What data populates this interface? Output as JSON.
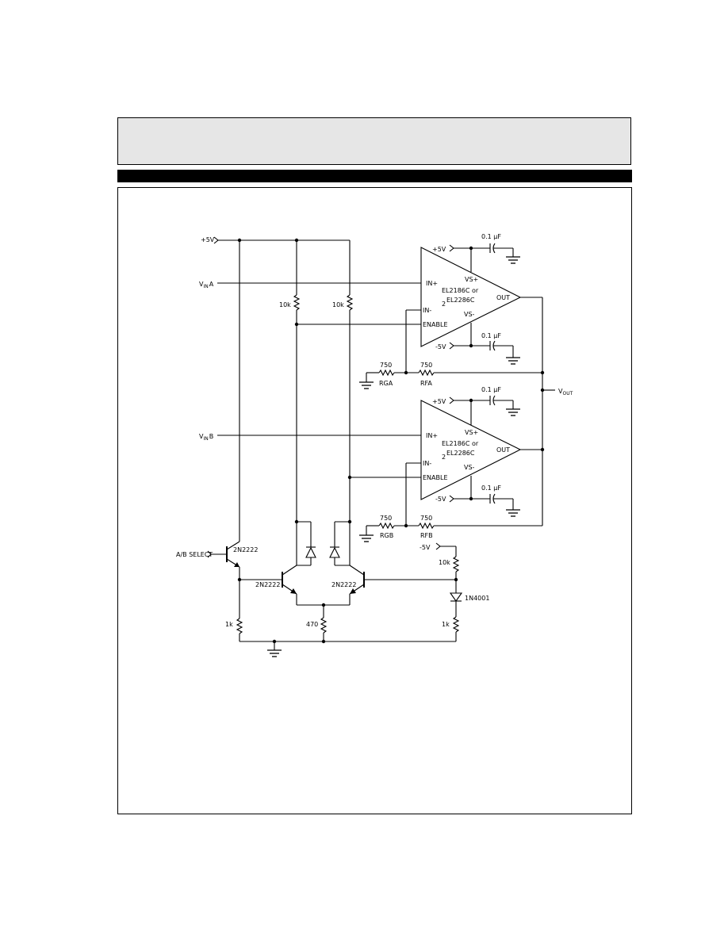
{
  "labels": {
    "plus5v_top": "+5V",
    "vina_v": "V",
    "vina_sub": "IN",
    "vina_suffix": "A",
    "vinb_v": "V",
    "vinb_sub": "IN",
    "vinb_suffix": "B",
    "vout_v": "V",
    "vout_sub": "OUT",
    "r_pullup_left": "10k",
    "r_pullup_right": "10k",
    "opamp_a_line1": "EL2186C or",
    "opamp_a_line2": "EL2286C",
    "opamp_a_frac": "2",
    "opamp_b_line1": "EL2186C or",
    "opamp_b_line2": "EL2286C",
    "opamp_b_frac": "2",
    "pin_in_plus": "IN+",
    "pin_in_minus": "IN-",
    "pin_enable": "ENABLE",
    "pin_vs_plus": "VS+",
    "pin_vs_minus": "VS-",
    "pin_out": "OUT",
    "supply_a_pos": "+5V",
    "supply_a_neg": "-5V",
    "supply_b_pos": "+5V",
    "supply_b_neg": "-5V",
    "cap_value": "0.1 µF",
    "rg_a_val": "750",
    "rg_a_name": "RGA",
    "rf_a_val": "750",
    "rf_a_name": "RFA",
    "rg_b_val": "750",
    "rg_b_name": "RGB",
    "rf_b_val": "750",
    "rf_b_name": "RFB",
    "select_input": "A/B SELECT",
    "q_select": "2N2222",
    "q_left": "2N2222",
    "q_right": "2N2222",
    "minus5v_bias": "-5V",
    "r_bias_10k": "10k",
    "diode": "1N4001",
    "r_emitter_1k": "1k",
    "r_tail_470": "470",
    "r_bias_1k": "1k"
  }
}
